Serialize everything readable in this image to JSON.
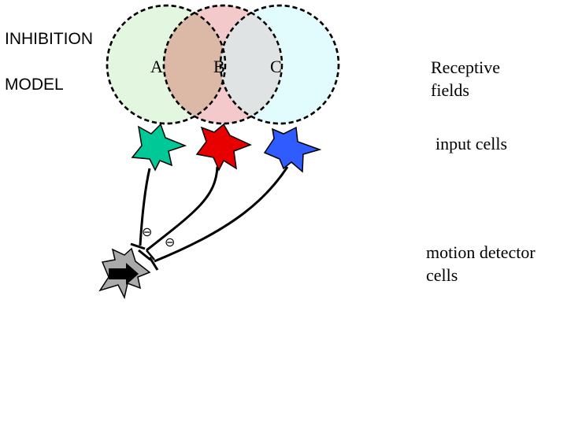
{
  "title": {
    "line1": "INHIBITION",
    "line2": "MODEL"
  },
  "fields": [
    {
      "letter": "A",
      "fill": "#e3f7e0"
    },
    {
      "letter": "B",
      "fill": "#f4c9cc"
    },
    {
      "letter": "C",
      "fill": "#e2fbfc"
    }
  ],
  "labels": {
    "receptive_fields": [
      "Receptive",
      "fields"
    ],
    "input_cells": "input cells",
    "motion_detector_cells": [
      "motion detector",
      "cells"
    ]
  },
  "cells": {
    "input_colors": [
      "#00c896",
      "#e80000",
      "#2f5bff"
    ],
    "motion_detector_color": "#aaaaaa"
  },
  "inhibition_sign": "⊖"
}
